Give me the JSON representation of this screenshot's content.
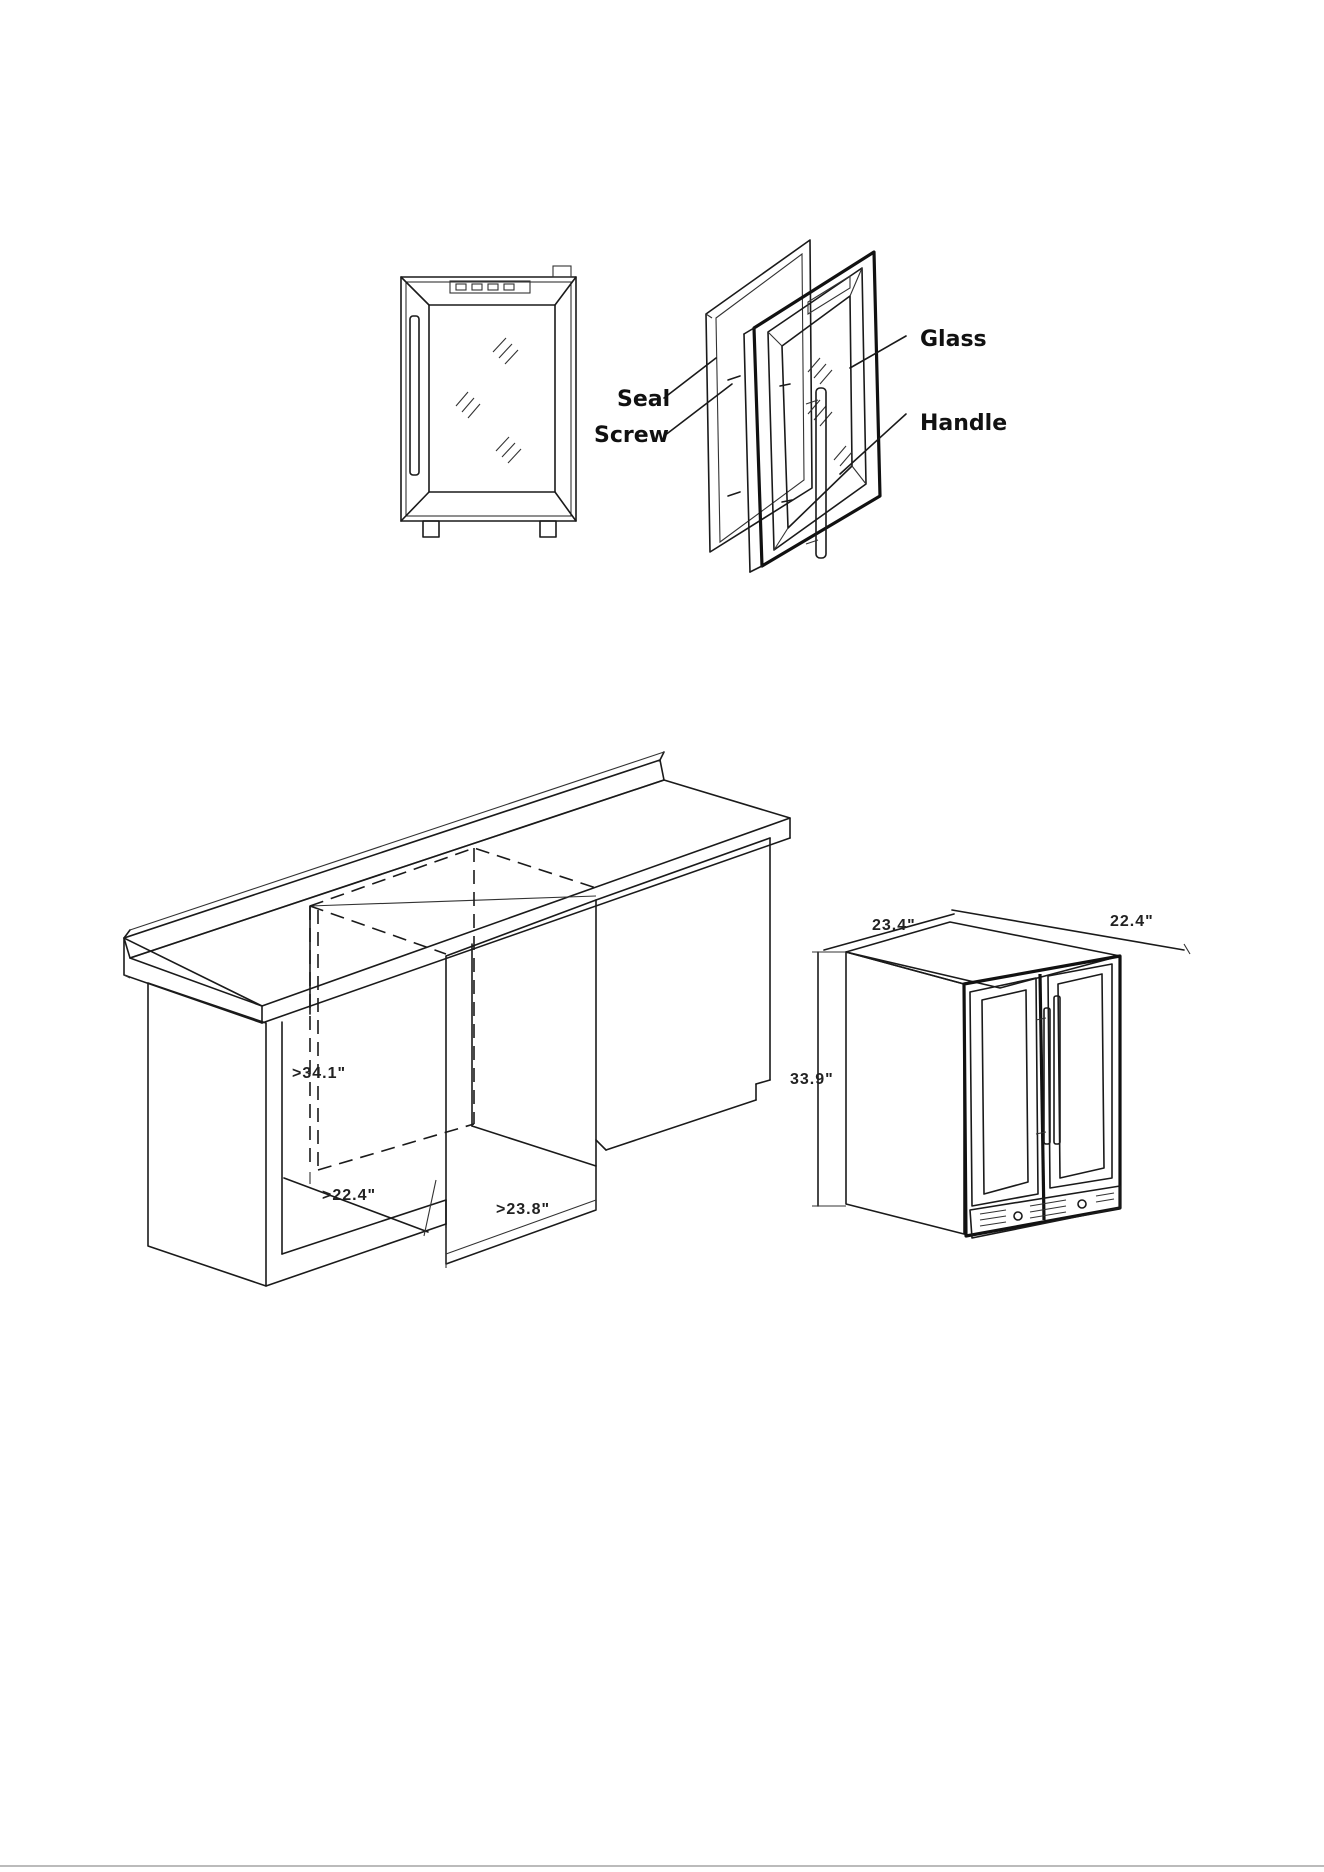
{
  "door_diagram": {
    "labels": {
      "seal": "Seal",
      "screw": "Screw",
      "glass": "Glass",
      "handle": "Handle"
    }
  },
  "installation_diagram": {
    "cabinet_opening": {
      "height": ">34.1\"",
      "depth": ">22.4\"",
      "width": ">23.8\""
    },
    "unit": {
      "width": "23.4\"",
      "depth": "22.4\"",
      "height": "33.9\""
    }
  }
}
